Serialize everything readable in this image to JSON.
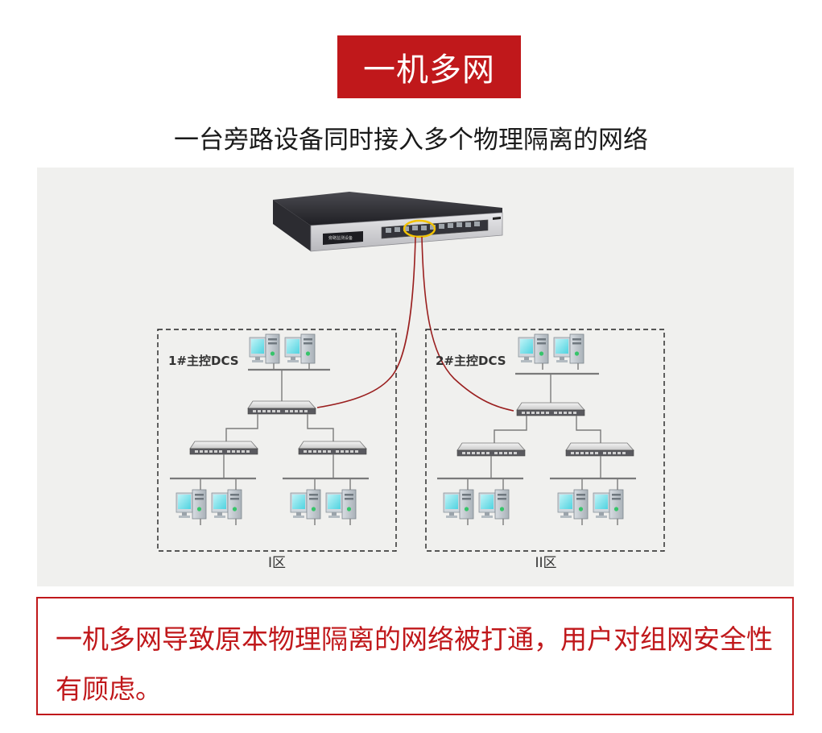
{
  "header": {
    "title": "一机多网",
    "subtitle": "一台旁路设备同时接入多个物理隔离的网络"
  },
  "diagram": {
    "zones": [
      {
        "label": "1#主控DCS",
        "name": "I区"
      },
      {
        "label": "2#主控DCS",
        "name": "II区"
      }
    ],
    "device_panel_text": "旁路监测设备"
  },
  "note": {
    "text": "一机多网导致原本物理隔离的网络被打通，用户对组网安全性有顾虑。"
  },
  "colors": {
    "accent": "#c0181b",
    "cable": "#9a1f1f",
    "panel_bg": "#f0f0ee"
  }
}
